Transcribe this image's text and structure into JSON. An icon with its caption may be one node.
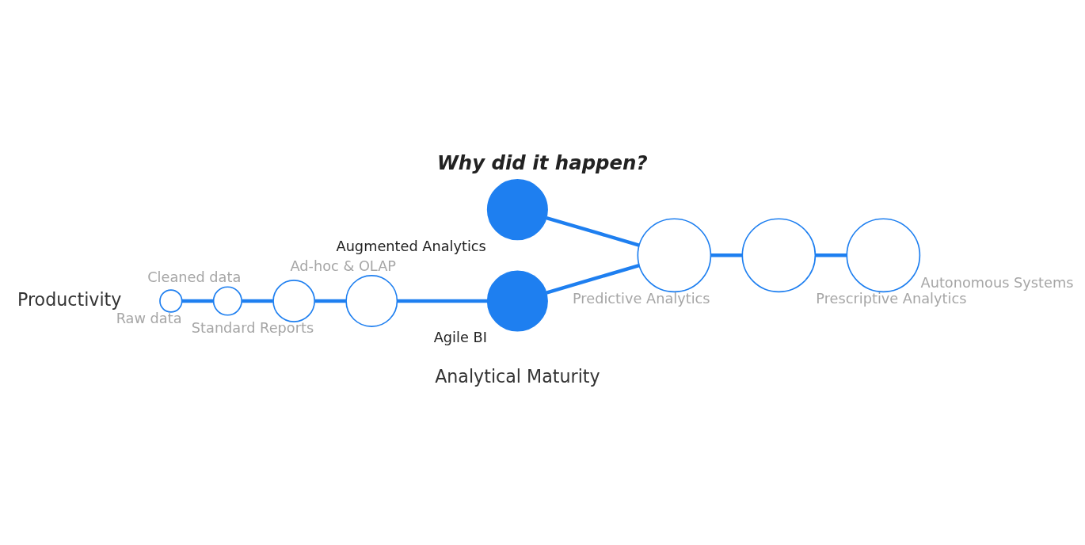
{
  "diagram": {
    "title": "Why did it happen?",
    "nodes": [
      {
        "text": [
          "Raw data"
        ]
      },
      {
        "text": [
          "Cleaned data"
        ]
      },
      {
        "text": [
          "Standard Reports"
        ]
      },
      {
        "text": [
          "Ad-hoc & OLAP"
        ]
      },
      {
        "text": [
          "Agile BI"
        ]
      },
      {
        "text": [
          "Augmented Analytics"
        ]
      },
      {
        "text": [
          "Predictive Analytics"
        ]
      },
      {
        "text": [
          "Prescriptive Analytics"
        ]
      },
      {
        "text": [
          "Autonomous Systems"
        ]
      }
    ],
    "edges": [
      {
        "from": 0,
        "to": 1,
        "arrow": "none"
      },
      {
        "from": 1,
        "to": 2,
        "arrow": "none"
      },
      {
        "from": 2,
        "to": 3,
        "arrow": "none"
      },
      {
        "from": 3,
        "to": 4,
        "arrow": "none"
      },
      {
        "from": 4,
        "to": 6,
        "arrow": "none"
      },
      {
        "from": 5,
        "to": 6,
        "arrow": "none"
      },
      {
        "from": 6,
        "to": 7,
        "arrow": "none"
      },
      {
        "from": 7,
        "to": 8,
        "arrow": "none"
      }
    ],
    "labels": [
      "Productivity",
      "Analytical Maturity"
    ]
  }
}
